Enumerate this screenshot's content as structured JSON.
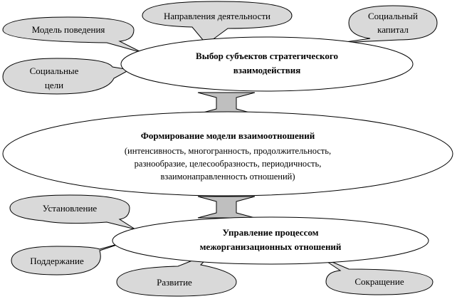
{
  "top_block": {
    "main": [
      "Выбор субъектов стратегического",
      "взаимодействия"
    ],
    "callouts": {
      "model": "Модель поведения",
      "directions": "Направления деятельности",
      "capital": [
        "Социальный",
        "капитал"
      ],
      "goals": [
        "Социальные",
        "цели"
      ]
    }
  },
  "middle_block": {
    "title": "Формирование модели взаимоотношений",
    "lines": [
      "(интенсивность,  многогранность, продолжительность,",
      "разнообразие,    целесообразность, периодичность,",
      "взаимонаправленность отношений)"
    ]
  },
  "bottom_block": {
    "main": [
      "Управление процессом",
      "межорганизационных отношений"
    ],
    "callouts": {
      "establish": "Установление",
      "maintain": "Поддержание",
      "develop": "Развитие",
      "reduce": "Сокращение"
    }
  },
  "colors": {
    "callout_fill": "#d9d9d9",
    "arrow_fill": "#bfbfbf",
    "stroke": "#000000"
  }
}
